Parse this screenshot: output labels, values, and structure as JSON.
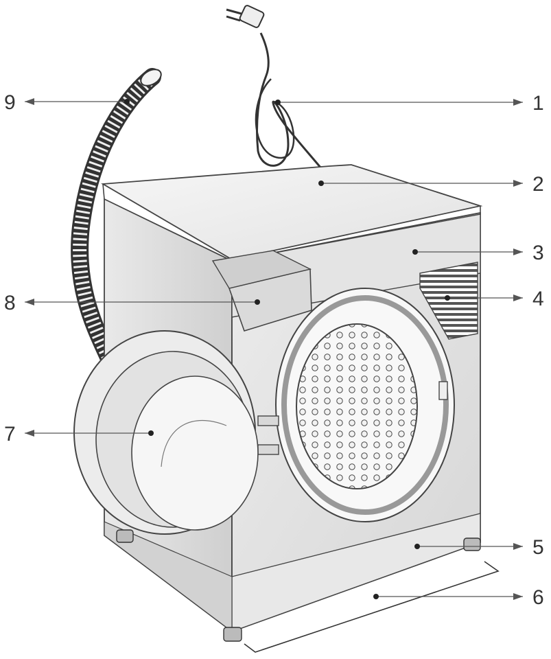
{
  "callouts": [
    {
      "id": "1",
      "label": "1",
      "side": "right"
    },
    {
      "id": "2",
      "label": "2",
      "side": "right"
    },
    {
      "id": "3",
      "label": "3",
      "side": "right"
    },
    {
      "id": "4",
      "label": "4",
      "side": "right"
    },
    {
      "id": "5",
      "label": "5",
      "side": "right"
    },
    {
      "id": "6",
      "label": "6",
      "side": "right"
    },
    {
      "id": "7",
      "label": "7",
      "side": "left"
    },
    {
      "id": "8",
      "label": "8",
      "side": "left"
    },
    {
      "id": "9",
      "label": "9",
      "side": "left"
    }
  ],
  "colors": {
    "line": "#555555",
    "body_light": "#f2f2f2",
    "body_mid": "#dcdcdc",
    "body_dark": "#c4c4c4",
    "outline": "#444444"
  },
  "icons": [
    "power-plug-icon",
    "drain-hose-icon",
    "washing-machine-icon"
  ]
}
